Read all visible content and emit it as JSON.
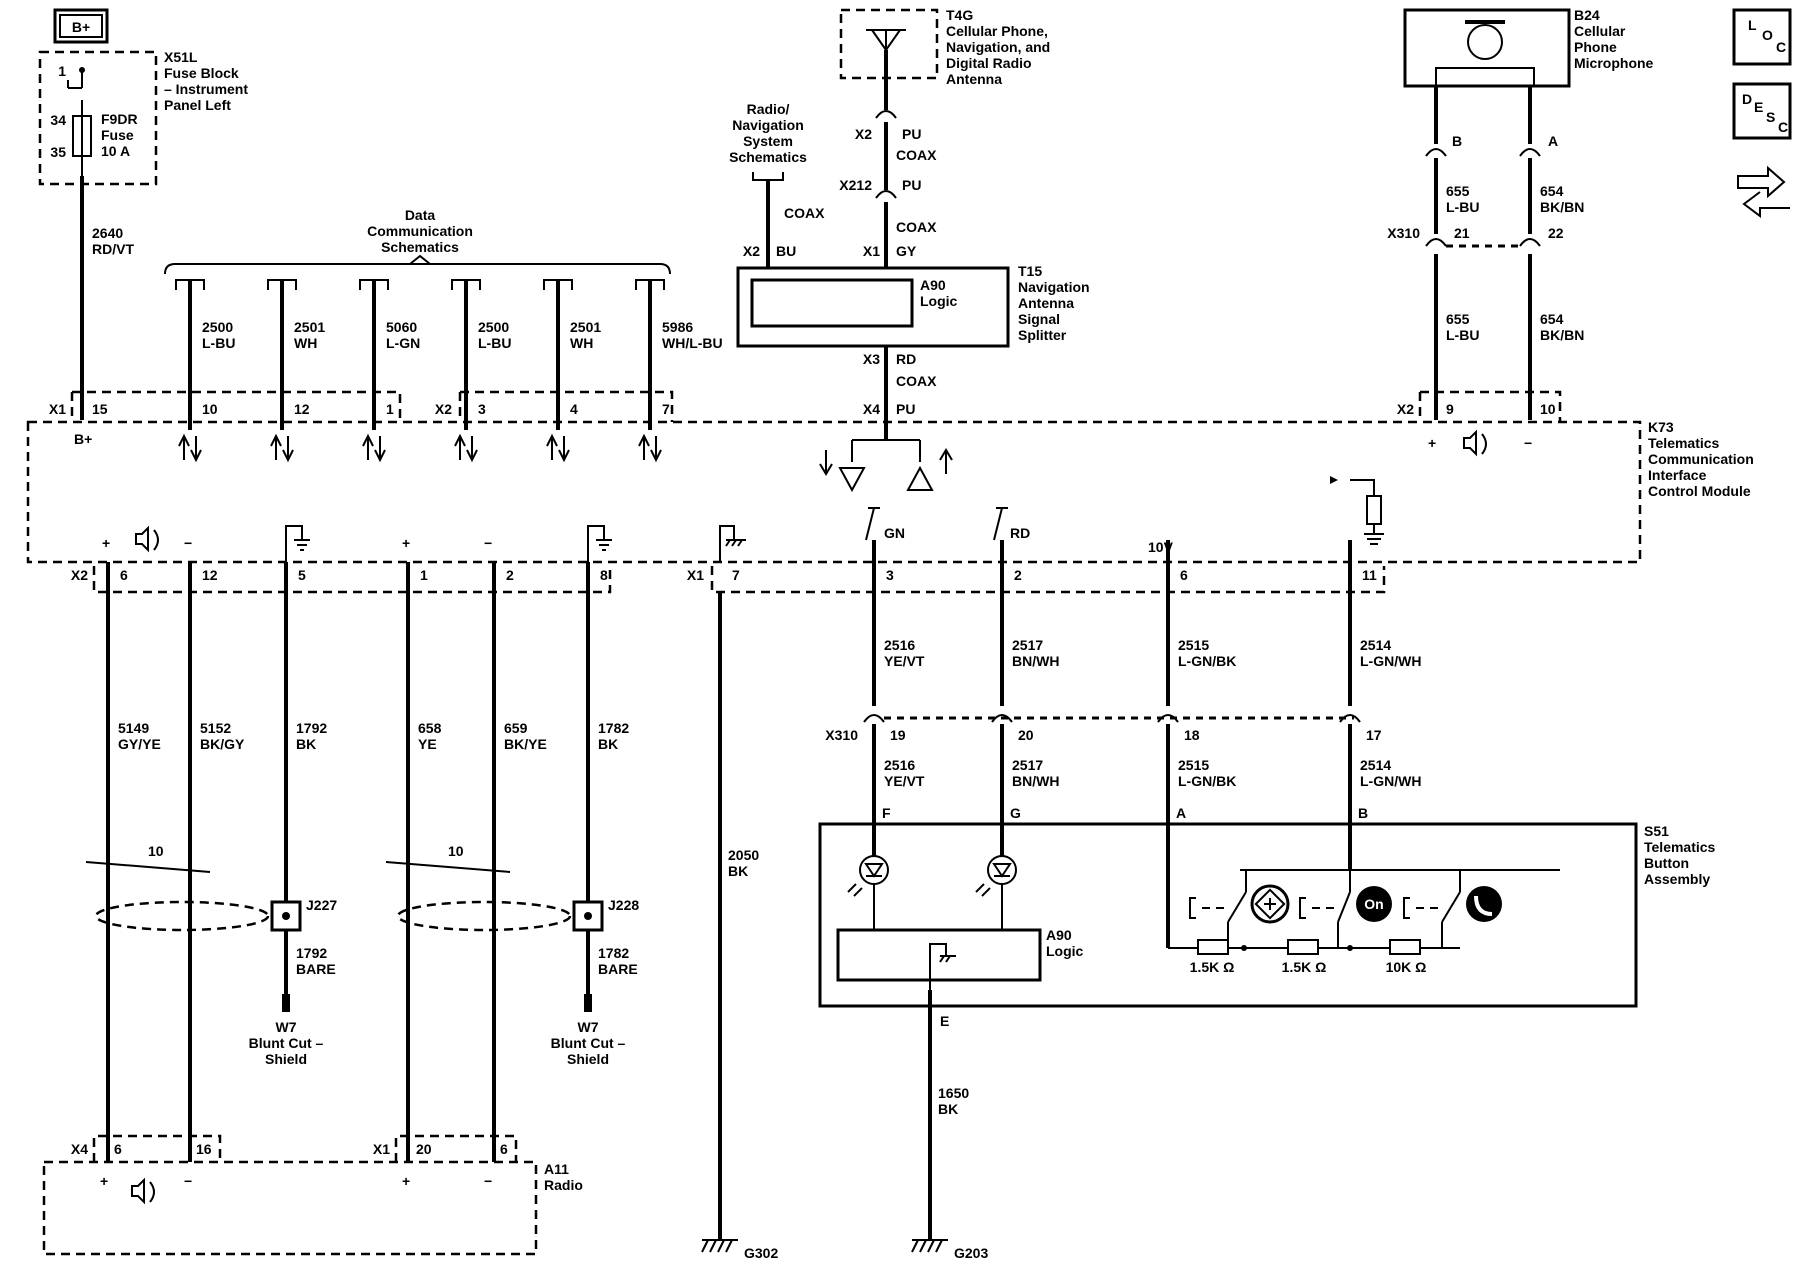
{
  "title_block": {
    "bplus": "B+"
  },
  "x51l": {
    "name": "X51L",
    "desc": [
      "Fuse Block",
      "– Instrument",
      "Panel Left"
    ],
    "pins": [
      "1",
      "34",
      "35"
    ]
  },
  "f9dr": {
    "name": "F9DR",
    "line2": "Fuse",
    "rating": "10 A"
  },
  "wire2640": {
    "num": "2640",
    "color": "RD/VT"
  },
  "t4g": {
    "name": "T4G",
    "desc": [
      "Cellular Phone,",
      "Navigation, and",
      "Digital Radio",
      "Antenna"
    ]
  },
  "radio_nav": [
    "Radio/",
    "Navigation",
    "System",
    "Schematics"
  ],
  "antenna_conn": {
    "x2": "X2",
    "pu1": "PU",
    "coax1": "COAX",
    "x212": "X212",
    "pu2": "PU",
    "coax2": "COAX"
  },
  "t15": {
    "x2": "X2",
    "bu": "BU",
    "x1": "X1",
    "gy": "GY",
    "coax": "COAX",
    "a90": "A90",
    "logic": "Logic",
    "name": "T15",
    "desc": [
      "Navigation",
      "Antenna",
      "Signal",
      "Splitter"
    ],
    "x3": "X3",
    "rd": "RD",
    "coax2": "COAX",
    "x4": "X4",
    "pu": "PU"
  },
  "data_comm": [
    "Data",
    "Communication",
    "Schematics"
  ],
  "data_wires": [
    {
      "num": "2500",
      "color": "L-BU",
      "pin": "10"
    },
    {
      "num": "2501",
      "color": "WH",
      "pin": "12"
    },
    {
      "num": "5060",
      "color": "L-GN",
      "pin": "1"
    },
    {
      "num": "2500",
      "color": "L-BU",
      "pin": "3"
    },
    {
      "num": "2501",
      "color": "WH",
      "pin": "4"
    },
    {
      "num": "5986",
      "color": "WH/L-BU",
      "pin": "7"
    }
  ],
  "k73_top": {
    "x1": "X1",
    "pin15": "15",
    "bplus": "B+",
    "x2": "X2",
    "x2b": "X2",
    "pin9": "9",
    "pin10": "10",
    "plus": "+",
    "minus": "−"
  },
  "b24": {
    "name": "B24",
    "desc": [
      "Cellular",
      "Phone",
      "Microphone"
    ],
    "pinB": "B",
    "pinA": "A"
  },
  "mic_wires": {
    "w655a": "655",
    "c655a": "L-BU",
    "w654a": "654",
    "c654a": "BK/BN",
    "x310": "X310",
    "p21": "21",
    "p22": "22",
    "w655b": "655",
    "c655b": "L-BU",
    "w654b": "654",
    "c654b": "BK/BN"
  },
  "k73": {
    "name": "K73",
    "desc": [
      "Telematics",
      "Communication",
      "Interface",
      "Control Module"
    ]
  },
  "k73_bottom": {
    "plus1": "+",
    "minus1": "−",
    "plus2": "+",
    "minus2": "−",
    "gn": "GN",
    "rd": "RD",
    "v10": "10V",
    "x2": "X2",
    "x1": "X1",
    "pins": [
      "6",
      "12",
      "5",
      "1",
      "2",
      "8",
      "7",
      "3",
      "2",
      "6",
      "11"
    ]
  },
  "lower_wires": [
    {
      "num": "5149",
      "color": "GY/YE"
    },
    {
      "num": "5152",
      "color": "BK/GY"
    },
    {
      "num": "1792",
      "color": "BK"
    },
    {
      "num": "658",
      "color": "YE"
    },
    {
      "num": "659",
      "color": "BK/YE"
    },
    {
      "num": "1782",
      "color": "BK"
    }
  ],
  "twist1": "10",
  "twist2": "10",
  "j227": {
    "name": "J227",
    "num": "1792",
    "color": "BARE",
    "w7": "W7",
    "desc": [
      "Blunt Cut –",
      "Shield"
    ]
  },
  "j228": {
    "name": "J228",
    "num": "1782",
    "color": "BARE",
    "w7": "W7",
    "desc": [
      "Blunt Cut –",
      "Shield"
    ]
  },
  "g302": {
    "num": "2050",
    "color": "BK",
    "name": "G302"
  },
  "right_wires_top": [
    {
      "num": "2516",
      "color": "YE/VT"
    },
    {
      "num": "2517",
      "color": "BN/WH"
    },
    {
      "num": "2515",
      "color": "L-GN/BK"
    },
    {
      "num": "2514",
      "color": "L-GN/WH"
    }
  ],
  "x310b": {
    "name": "X310",
    "pins": [
      "19",
      "20",
      "18",
      "17"
    ]
  },
  "right_wires_bot": [
    {
      "num": "2516",
      "color": "YE/VT"
    },
    {
      "num": "2517",
      "color": "BN/WH"
    },
    {
      "num": "2515",
      "color": "L-GN/BK"
    },
    {
      "num": "2514",
      "color": "L-GN/WH"
    }
  ],
  "s51": {
    "name": "S51",
    "desc": [
      "Telematics",
      "Button",
      "Assembly"
    ],
    "pins": [
      "F",
      "G",
      "A",
      "B"
    ],
    "a90": "A90",
    "logic": "Logic",
    "r1": "1.5K Ω",
    "r2": "1.5K Ω",
    "r3": "10K Ω",
    "on": "On"
  },
  "g203": {
    "pin": "E",
    "num": "1650",
    "color": "BK",
    "name": "G203"
  },
  "a11": {
    "name": "A11",
    "desc": "Radio",
    "x4": "X4",
    "p6": "6",
    "p16": "16",
    "x1": "X1",
    "p20": "20",
    "p6b": "6",
    "plus1": "+",
    "minus1": "−",
    "plus2": "+",
    "minus2": "−"
  },
  "legend": {
    "loc": [
      "L",
      "O",
      "C"
    ],
    "desc": [
      "D",
      "E",
      "S",
      "C"
    ]
  }
}
